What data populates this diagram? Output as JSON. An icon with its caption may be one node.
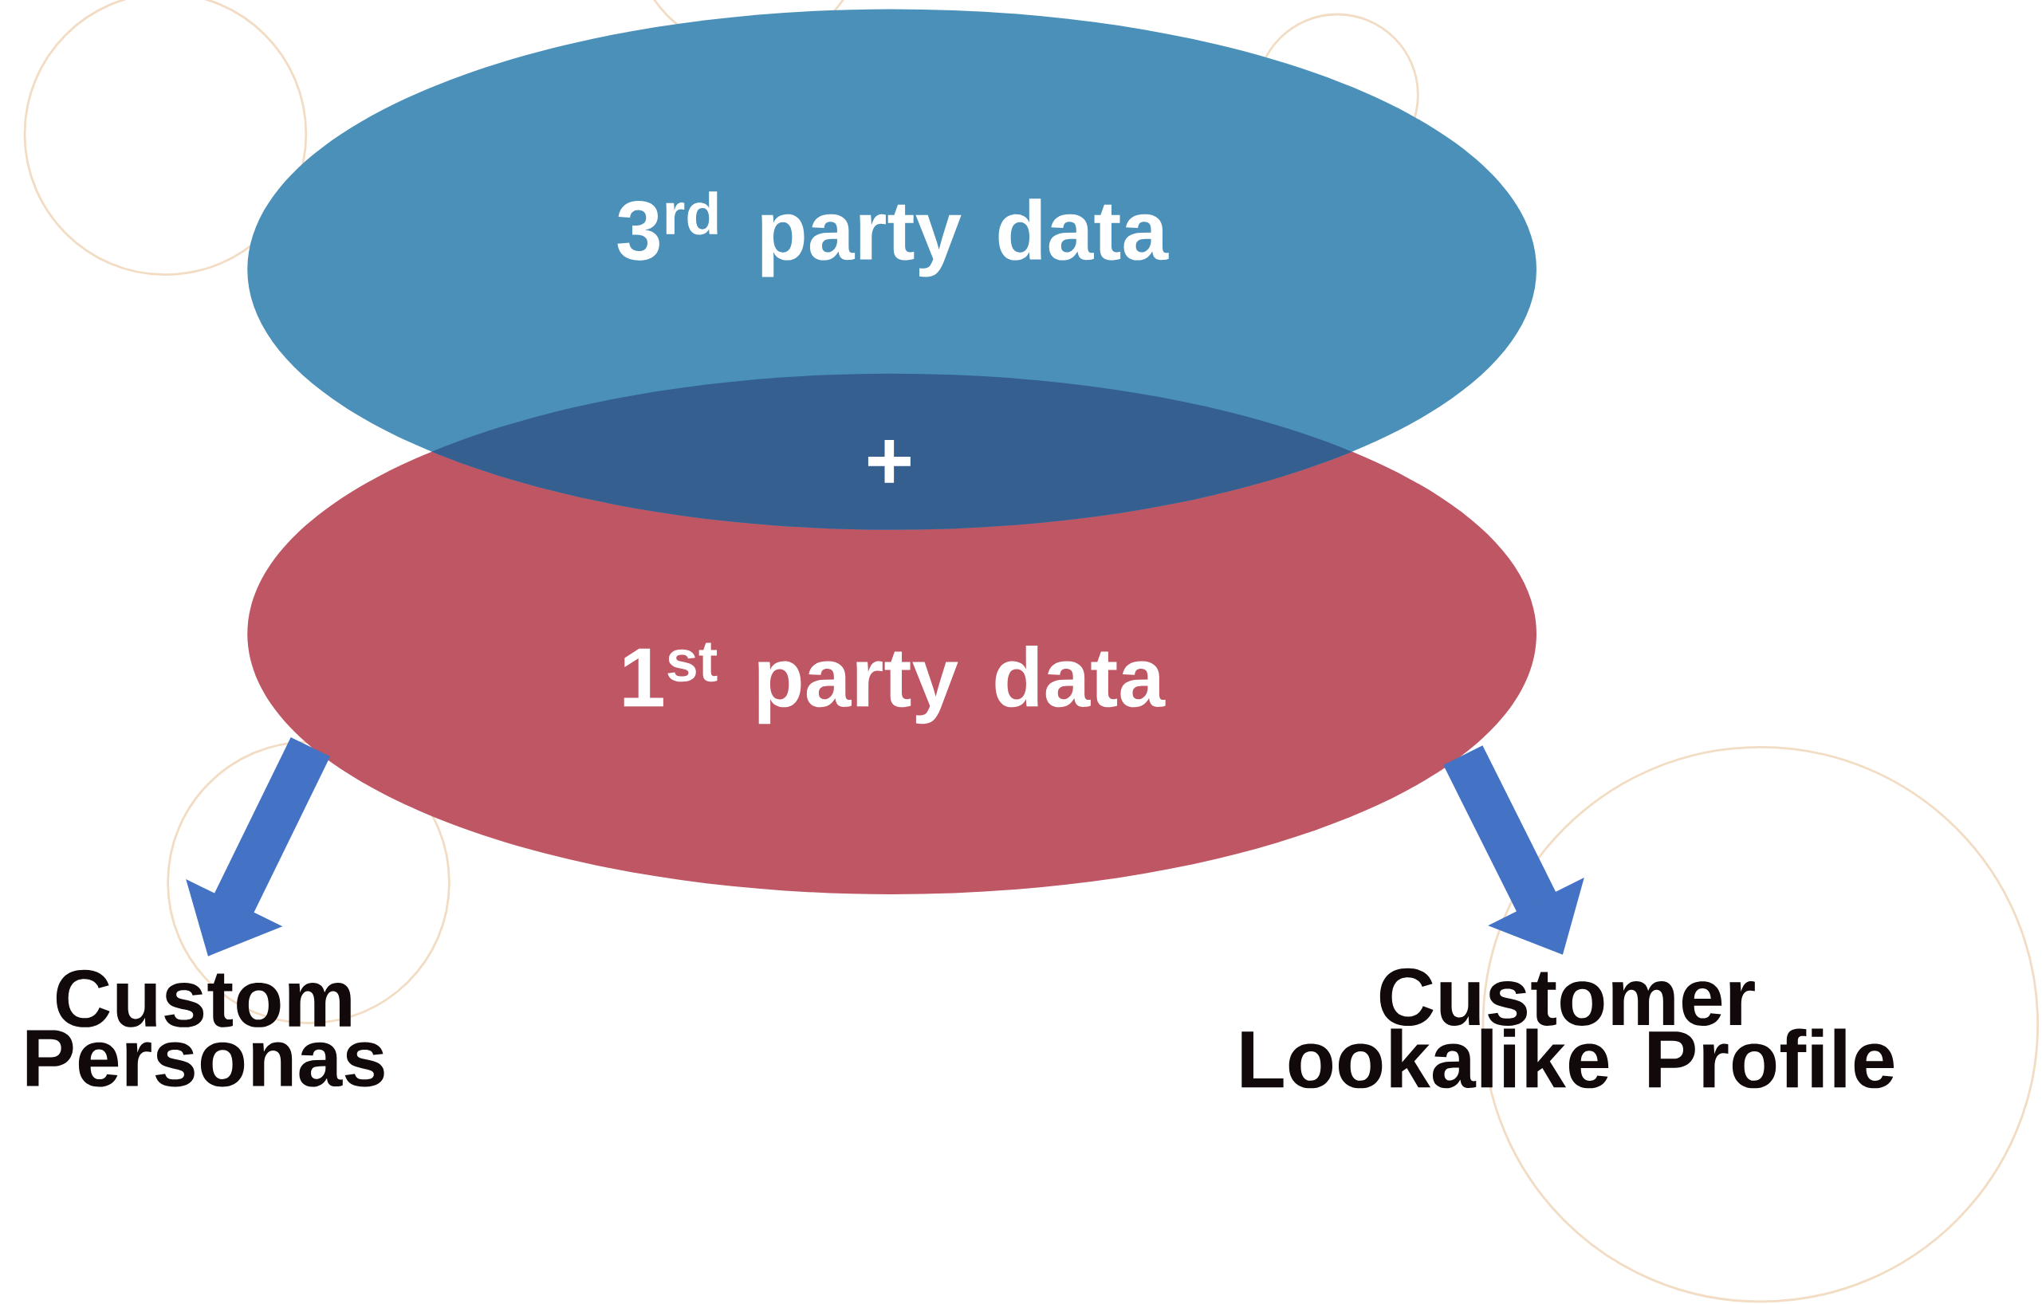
{
  "diagram": {
    "nodes": [
      {
        "text": [
          "3$^{rd}$ party data"
        ]
      },
      {
        "text": [
          "1$^{st}$ party data"
        ]
      },
      {
        "text": [
          "Custom Personas"
        ]
      },
      {
        "text": [
          "Customer Lookalike Profile"
        ]
      }
    ],
    "edges": [
      {
        "from": 1,
        "to": 2,
        "arrow": "to"
      },
      {
        "from": 1,
        "to": 3,
        "arrow": "to"
      }
    ],
    "labels": [
      "+"
    ]
  }
}
